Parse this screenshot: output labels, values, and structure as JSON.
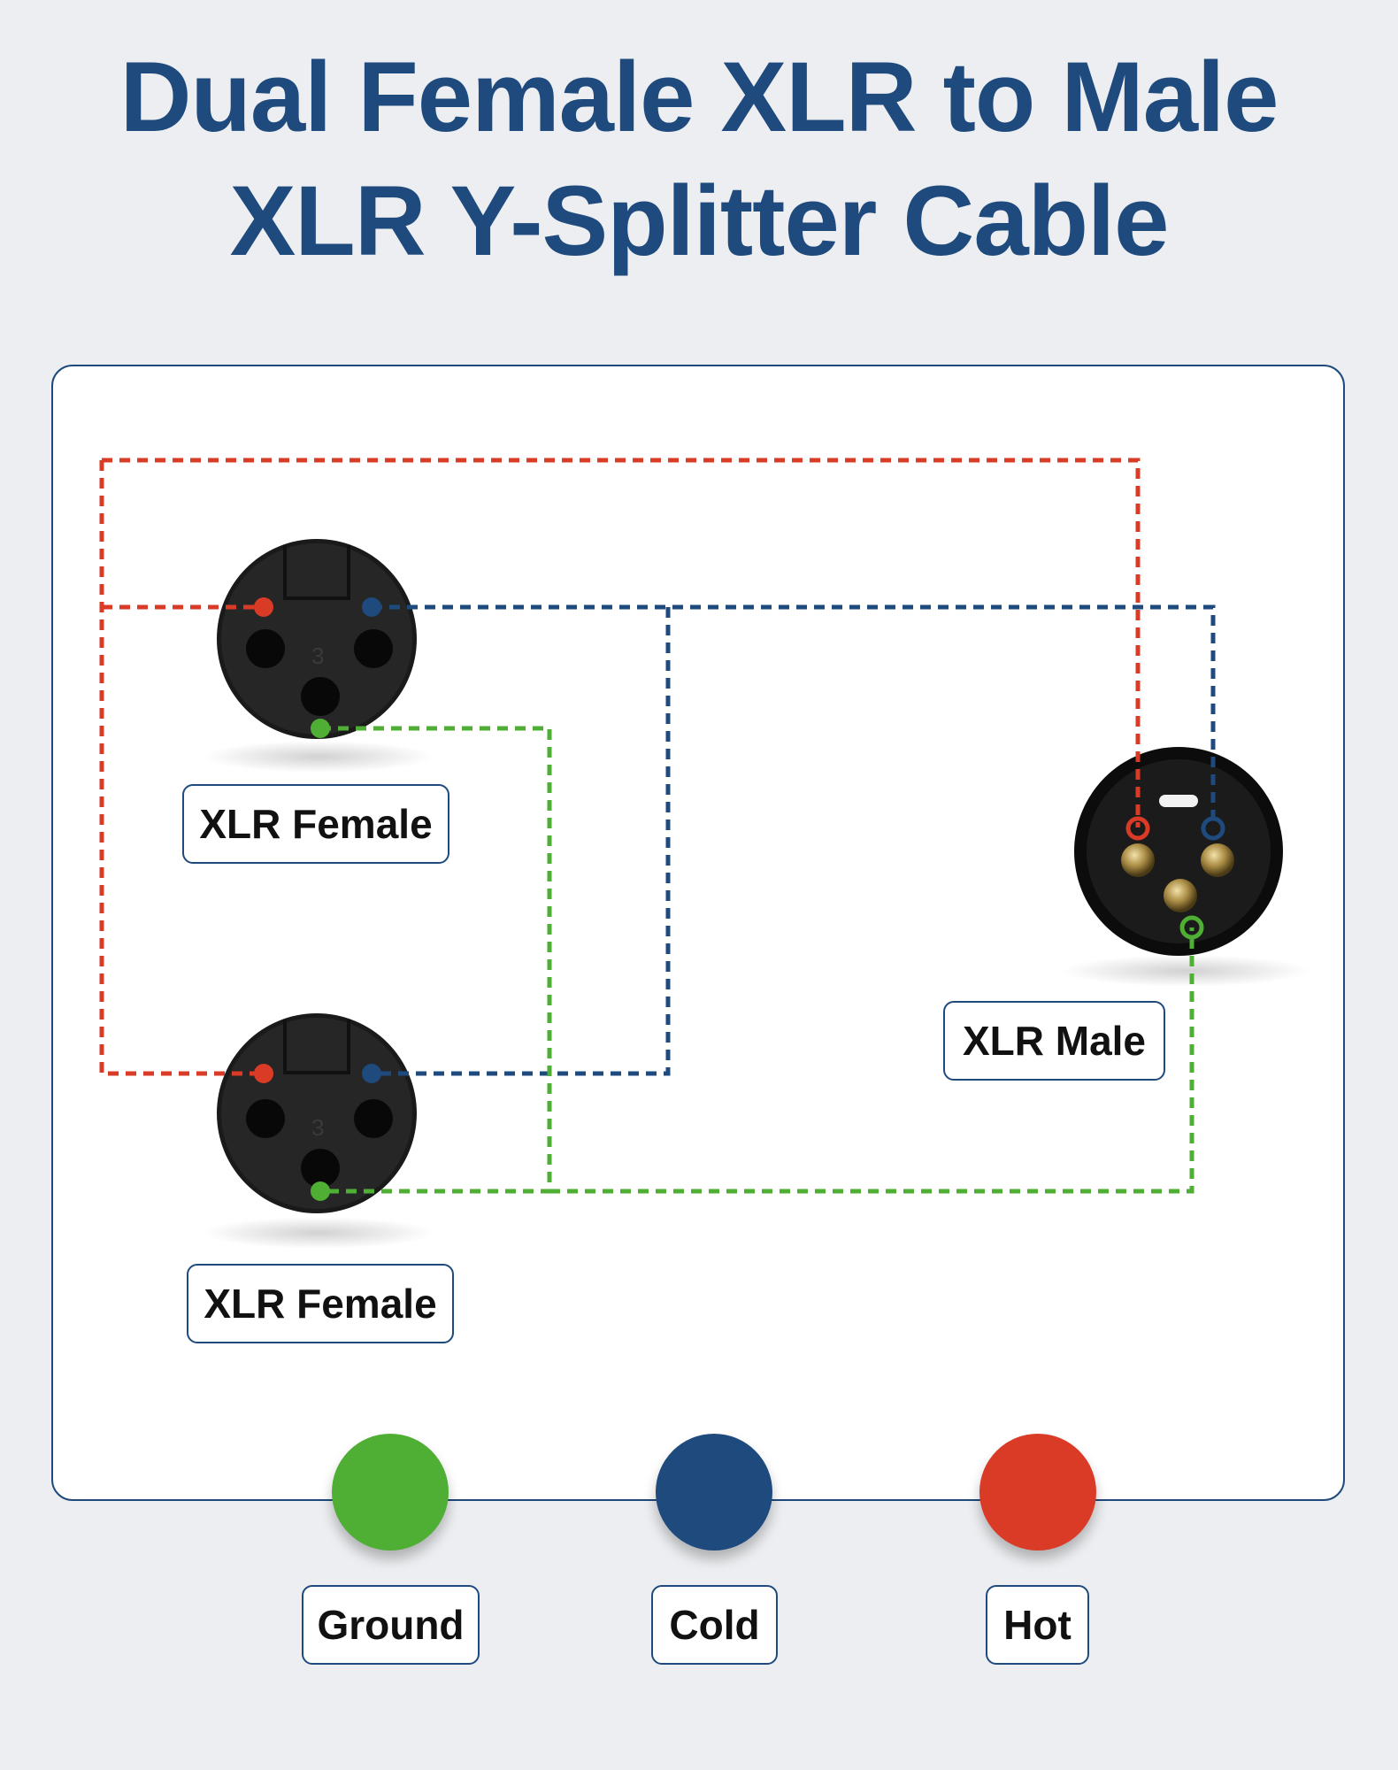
{
  "title": {
    "line1": "Dual Female XLR to Male",
    "line2": "XLR Y-Splitter Cable"
  },
  "connectors": {
    "female_top": {
      "label": "XLR Female",
      "pin3": "3"
    },
    "female_bottom": {
      "label": "XLR Female",
      "pin3": "3"
    },
    "male": {
      "label": "XLR Male"
    }
  },
  "legend": [
    {
      "label": "Ground",
      "color": "#4fae34"
    },
    {
      "label": "Cold",
      "color": "#1f4a7d"
    },
    {
      "label": "Hot",
      "color": "#d93b27"
    }
  ],
  "colors": {
    "hot": "#d93b27",
    "cold": "#1f4a7d",
    "ground": "#4fae34",
    "accent": "#1f4a7d"
  }
}
